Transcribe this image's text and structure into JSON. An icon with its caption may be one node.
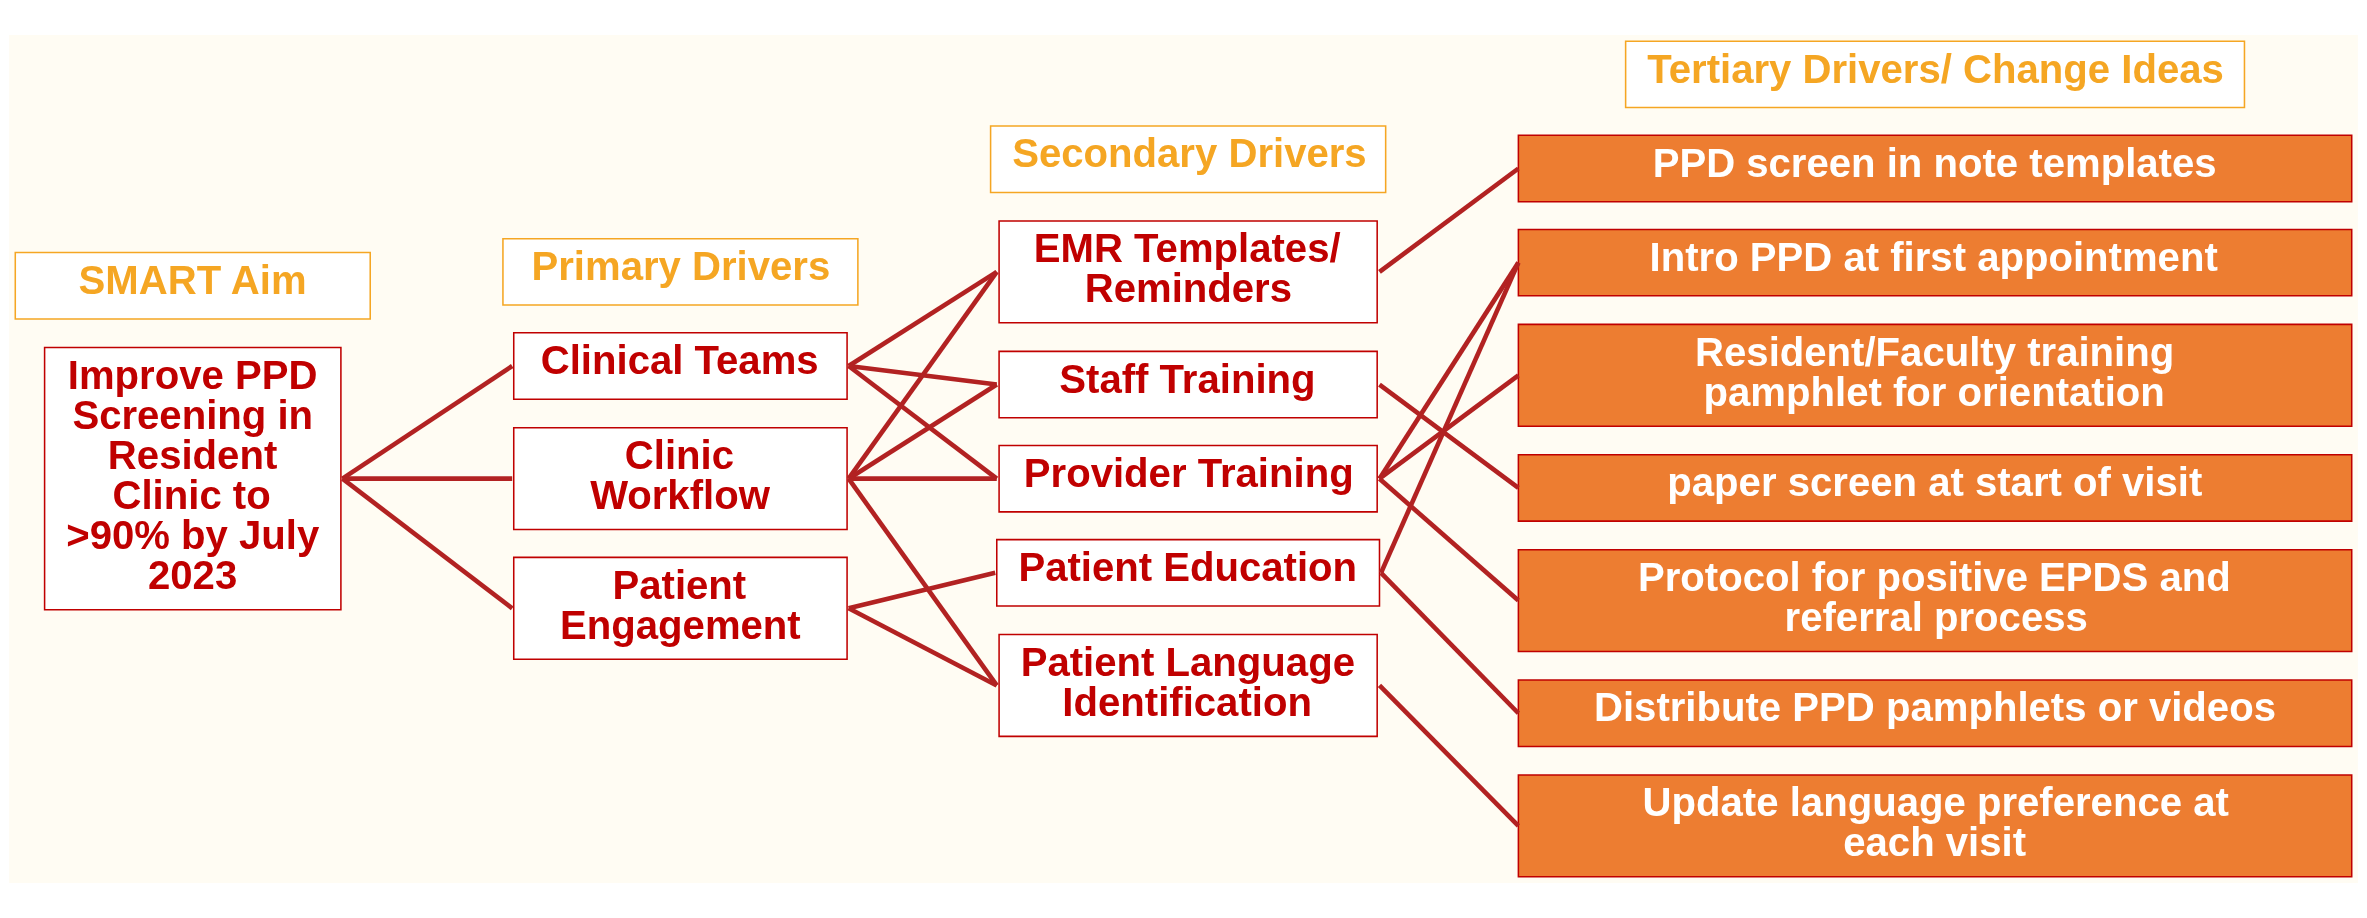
{
  "diagram": {
    "nodes": [
      {
        "text": [
          "SMART Aim"
        ]
      },
      {
        "text": [
          "Primary Drivers"
        ]
      },
      {
        "text": [
          "Secondary Drivers"
        ]
      },
      {
        "text": [
          "Tertiary Drivers/ Change Ideas"
        ]
      },
      {
        "text": [
          "Improve PPD Screening in Resident Clinic to >90% by July 2023"
        ]
      },
      {
        "text": [
          "Clinical Teams"
        ]
      },
      {
        "text": [
          "Clinic Workflow"
        ]
      },
      {
        "text": [
          "Patient Engagement"
        ]
      },
      {
        "text": [
          "EMR Templates/ Reminders"
        ]
      },
      {
        "text": [
          "Staff Training"
        ]
      },
      {
        "text": [
          "Provider Training"
        ]
      },
      {
        "text": [
          "Patient Education"
        ]
      },
      {
        "text": [
          "Patient Language Identification"
        ]
      },
      {
        "text": [
          "PPD screen in note templates"
        ]
      },
      {
        "text": [
          "Intro PPD at first appointment"
        ]
      },
      {
        "text": [
          "Resident/Faculty training pamphlet for orientation"
        ]
      },
      {
        "text": [
          "paper screen at start of visit"
        ]
      },
      {
        "text": [
          "Protocol for positive EPDS and referral process"
        ]
      },
      {
        "text": [
          "Distribute PPD pamphlets or videos"
        ]
      },
      {
        "text": [
          "Update language preference at each visit"
        ]
      }
    ],
    "edges": [
      {
        "from": 4,
        "to": 5,
        "arrow": "none"
      },
      {
        "from": 4,
        "to": 6,
        "arrow": "none"
      },
      {
        "from": 4,
        "to": 7,
        "arrow": "none"
      },
      {
        "from": 5,
        "to": 8,
        "arrow": "none"
      },
      {
        "from": 5,
        "to": 9,
        "arrow": "none"
      },
      {
        "from": 5,
        "to": 10,
        "arrow": "none"
      },
      {
        "from": 6,
        "to": 8,
        "arrow": "none"
      },
      {
        "from": 6,
        "to": 9,
        "arrow": "none"
      },
      {
        "from": 6,
        "to": 10,
        "arrow": "none"
      },
      {
        "from": 6,
        "to": 12,
        "arrow": "none"
      },
      {
        "from": 7,
        "to": 11,
        "arrow": "none"
      },
      {
        "from": 7,
        "to": 12,
        "arrow": "none"
      },
      {
        "from": 8,
        "to": 13,
        "arrow": "none"
      },
      {
        "from": 9,
        "to": 16,
        "arrow": "none"
      },
      {
        "from": 10,
        "to": 14,
        "arrow": "none"
      },
      {
        "from": 10,
        "to": 15,
        "arrow": "none"
      },
      {
        "from": 10,
        "to": 17,
        "arrow": "none"
      },
      {
        "from": 11,
        "to": 14,
        "arrow": "none"
      },
      {
        "from": 11,
        "to": 18,
        "arrow": "none"
      },
      {
        "from": 12,
        "to": 19,
        "arrow": "none"
      }
    ]
  }
}
